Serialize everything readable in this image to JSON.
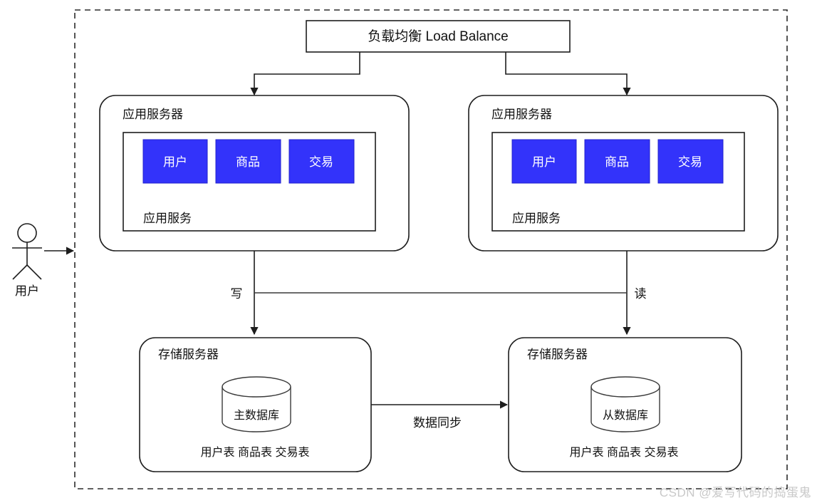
{
  "diagram": {
    "title": "负载均衡 Load Balance",
    "boundary_style": "dashed",
    "accent_color": "#3333fa",
    "line_color": "#1d1d1d"
  },
  "actor": {
    "name": "用户",
    "icon": "stick-figure-actor"
  },
  "load_balancer": {
    "label": "负载均衡 Load Balance"
  },
  "app_servers": [
    {
      "title": "应用服务器",
      "inner_label": "应用服务",
      "services": [
        "用户",
        "商品",
        "交易"
      ]
    },
    {
      "title": "应用服务器",
      "inner_label": "应用服务",
      "services": [
        "用户",
        "商品",
        "交易"
      ]
    }
  ],
  "storage_servers": [
    {
      "title": "存储服务器",
      "database": "主数据库",
      "tables": "用户表 商品表 交易表"
    },
    {
      "title": "存储服务器",
      "database": "从数据库",
      "tables": "用户表 商品表 交易表"
    }
  ],
  "edges": {
    "write": "写",
    "read": "读",
    "sync": "数据同步"
  },
  "watermark": {
    "text": "CSDN @爱写代码的捣蛋鬼"
  }
}
